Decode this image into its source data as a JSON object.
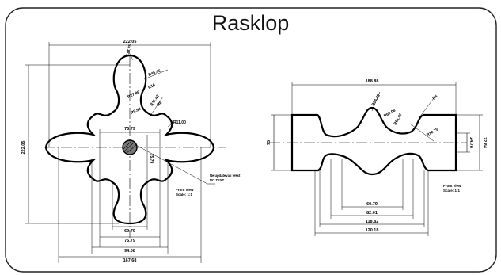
{
  "title": "Rasklop",
  "left_view": {
    "dims": {
      "top_width": "222.05",
      "left_height": "222.05",
      "r_top": "R16.75",
      "r_lobe": "R45.45",
      "r16": "R16",
      "r27": "R27.96",
      "r11_42": "R11.42",
      "r6": "R6",
      "r6_90": "R5.90",
      "r11_00": "R11.00",
      "center_width": "75.79",
      "right_small": "75.79",
      "bottom_1": "69.79",
      "bottom_2": "75.79",
      "bottom_3": "94.08",
      "bottom_4": "167.68"
    },
    "note_line1": "Ne updatevati tekst",
    "note_line2": "NO TEXT",
    "caption_line1": "Front view",
    "caption_line2": "Scale:  1:1"
  },
  "right_view": {
    "dims": {
      "top_width": "188.88",
      "left_height": "75",
      "r_top": "R16.45",
      "r60": "R60.08",
      "r61": "R61.07",
      "r8": "R8",
      "r_right": "R10.75",
      "right_inner": "24.78",
      "right_outer": "72.84",
      "bottom_1": "60.79",
      "bottom_2": "82.01",
      "bottom_3": "118.82",
      "bottom_4": "120.18"
    },
    "caption_line1": "Front view",
    "caption_line2": "Scale:  1:1"
  }
}
